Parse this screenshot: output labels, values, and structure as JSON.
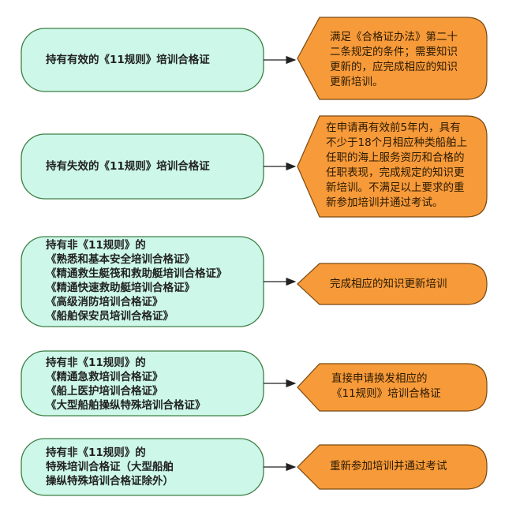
{
  "colors": {
    "left_fill": "#ccf7e9",
    "left_stroke": "#3e7f44",
    "right_fill": "#f79a3a",
    "right_stroke": "#7a4a10",
    "arrow": "#222222"
  },
  "rows": [
    {
      "left": [
        "持有有效的《11规则》培训合格证"
      ],
      "right": [
        "满足《合格证办法》第二十",
        "二条规定的条件；需要知识",
        "更新的，应完成相应的知识",
        "更新培训。"
      ]
    },
    {
      "left": [
        "持有失效的《11规则》培训合格证"
      ],
      "right": [
        "在申请再有效前5年内，具有",
        "不少于18个月相应种类船舶上",
        "任职的海上服务资历和合格的",
        "任职表现，完成规定的知识更",
        "新培训。不满足以上要求的重",
        "新参加培训并通过考试。"
      ]
    },
    {
      "left": [
        "持有非《11规则》的",
        "《熟悉和基本安全培训合格证》",
        "《精通救生艇筏和救助艇培训合格证》",
        "《精通快速救助艇培训合格证》",
        "《高级消防培训合格证》",
        "《船舶保安员培训合格证》"
      ],
      "right": [
        "完成相应的知识更新培训"
      ]
    },
    {
      "left": [
        "持有非《11规则》的",
        "《精通急救培训合格证》",
        "《船上医护培训合格证》",
        "《大型船舶操纵特殊培训合格证》"
      ],
      "right": [
        "直接申请换发相应的",
        "《11规则》培训合格证"
      ]
    },
    {
      "left": [
        "持有非《11规则》的",
        "特殊培训合格证（大型船舶",
        "操纵特殊培训合格证除外）"
      ],
      "right": [
        "重新参加培训并通过考试"
      ]
    }
  ]
}
